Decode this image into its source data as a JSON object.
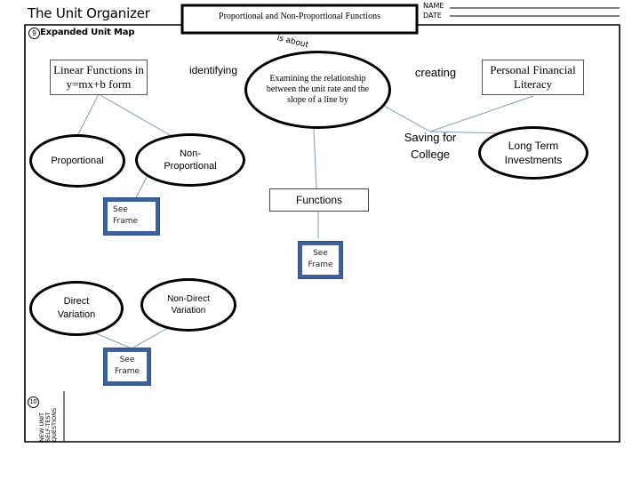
{
  "header": {
    "title": "The Unit Organizer",
    "topic": "Proportional and Non-Proportional Functions",
    "name_label": "NAME",
    "date_label": "DATE",
    "name_value": "",
    "date_value": ""
  },
  "map": {
    "number": "9",
    "label": "Expanded Unit Map",
    "is_about": "is about"
  },
  "nodes": {
    "linear_functions": "Linear Functions in y=mx+b form",
    "identifying": "identifying",
    "examining": "Examining the relationship between the unit rate and the slope of a line by",
    "creating": "creating",
    "personal_finance": "Personal Financial Literacy",
    "proportional": "Proportional",
    "non_proportional": "Non-Proportional",
    "saving": "Saving for College",
    "long_term": "Long Term Investments",
    "functions": "Functions",
    "see_frame_1": "See Frame",
    "see_frame_2": "See Frame",
    "see_frame_3": "See Frame",
    "direct_variation": "Direct Variation",
    "non_direct_variation": "Non-Direct Variation"
  },
  "self_test": {
    "number": "10",
    "label": "NEW UNIT SELF-TEST QUESTIONS"
  }
}
